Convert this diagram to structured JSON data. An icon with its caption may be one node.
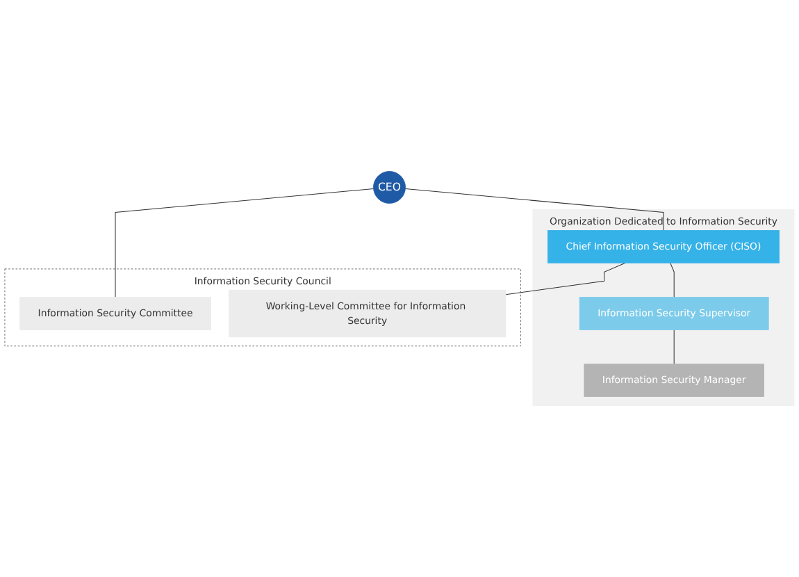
{
  "diagram": {
    "nodes": [
      {
        "text": [
          "CEO"
        ]
      },
      {
        "text": [
          "Organization Dedicated to Information Security"
        ]
      },
      {
        "text": [
          "Chief Information Security Officer (CISO)"
        ],
        "in": 1
      },
      {
        "text": [
          "Information Security Supervisor"
        ],
        "in": 1
      },
      {
        "text": [
          "Information Security Manager"
        ],
        "in": 1
      },
      {
        "text": [
          "Information Security Council"
        ]
      },
      {
        "text": [
          "Information Security Committee"
        ],
        "in": 5
      },
      {
        "text": [
          "Working-Level Committee for Information Security"
        ],
        "in": 5
      }
    ],
    "edges": [
      {
        "from": 0,
        "to": 2,
        "arrow": "none"
      },
      {
        "from": 0,
        "to": 6,
        "arrow": "none"
      },
      {
        "from": 2,
        "to": 3,
        "arrow": "none"
      },
      {
        "from": 2,
        "to": 7,
        "arrow": "none"
      },
      {
        "from": 3,
        "to": 4,
        "arrow": "none"
      }
    ]
  }
}
